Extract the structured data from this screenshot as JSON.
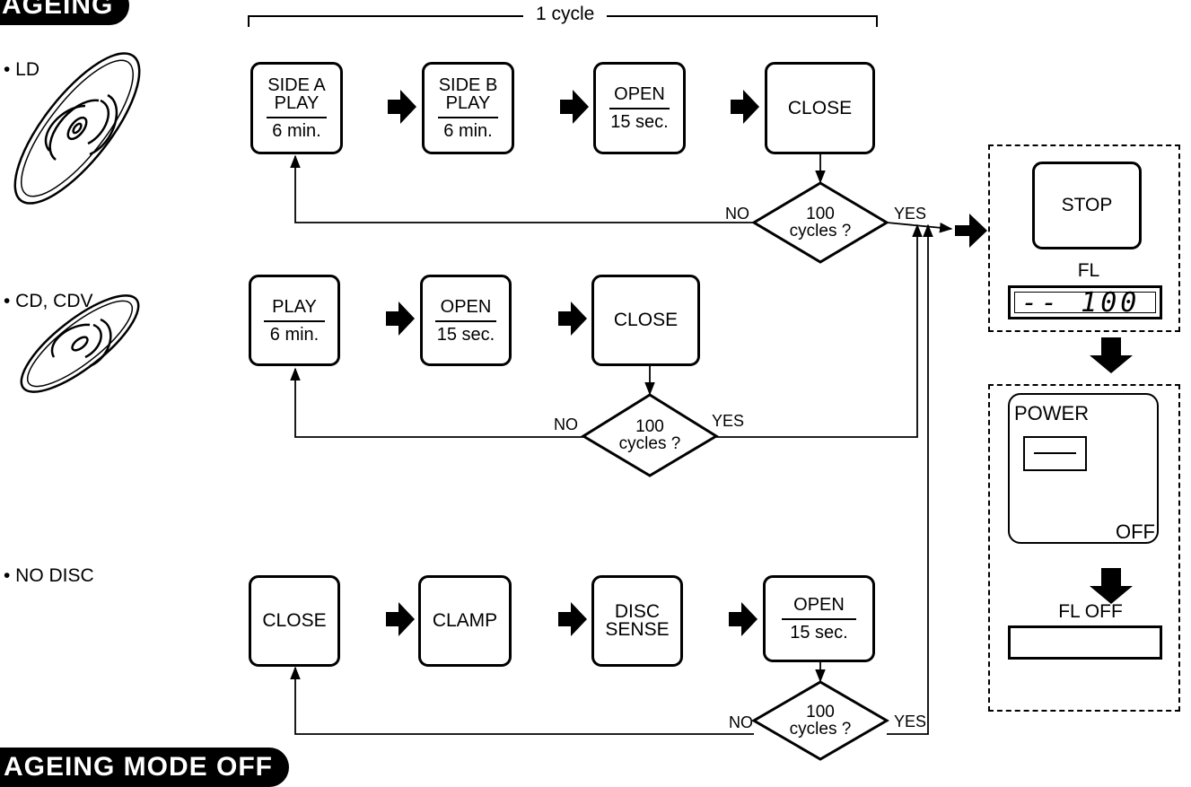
{
  "headers": {
    "top": "AGEING",
    "bottom": "AGEING MODE OFF"
  },
  "cycle_label": "1 cycle",
  "rows": {
    "ld": {
      "label": "• LD",
      "steps": [
        {
          "top": "SIDE A\nPLAY",
          "bottom": "6 min."
        },
        {
          "top": "SIDE B\nPLAY",
          "bottom": "6 min."
        },
        {
          "top": "OPEN",
          "bottom": "15 sec."
        },
        {
          "single": "CLOSE"
        }
      ],
      "decision": "100\ncycles ?",
      "no": "NO",
      "yes": "YES"
    },
    "cd": {
      "label": "• CD, CDV",
      "steps": [
        {
          "top": "PLAY",
          "bottom": "6 min."
        },
        {
          "top": "OPEN",
          "bottom": "15 sec."
        },
        {
          "single": "CLOSE"
        }
      ],
      "decision": "100\ncycles ?",
      "no": "NO",
      "yes": "YES"
    },
    "nodisc": {
      "label": "• NO DISC",
      "steps": [
        {
          "single": "CLOSE"
        },
        {
          "single": "CLAMP"
        },
        {
          "top": "DISC\nSENSE"
        },
        {
          "top": "OPEN",
          "bottom": "15 sec."
        }
      ],
      "decision": "100\ncycles ?",
      "no": "NO",
      "yes": "YES"
    }
  },
  "result": {
    "stop": "STOP",
    "fl_label": "FL",
    "fl_display": "-- 100",
    "power": "POWER",
    "off": "OFF",
    "fl_off": "FL OFF"
  }
}
